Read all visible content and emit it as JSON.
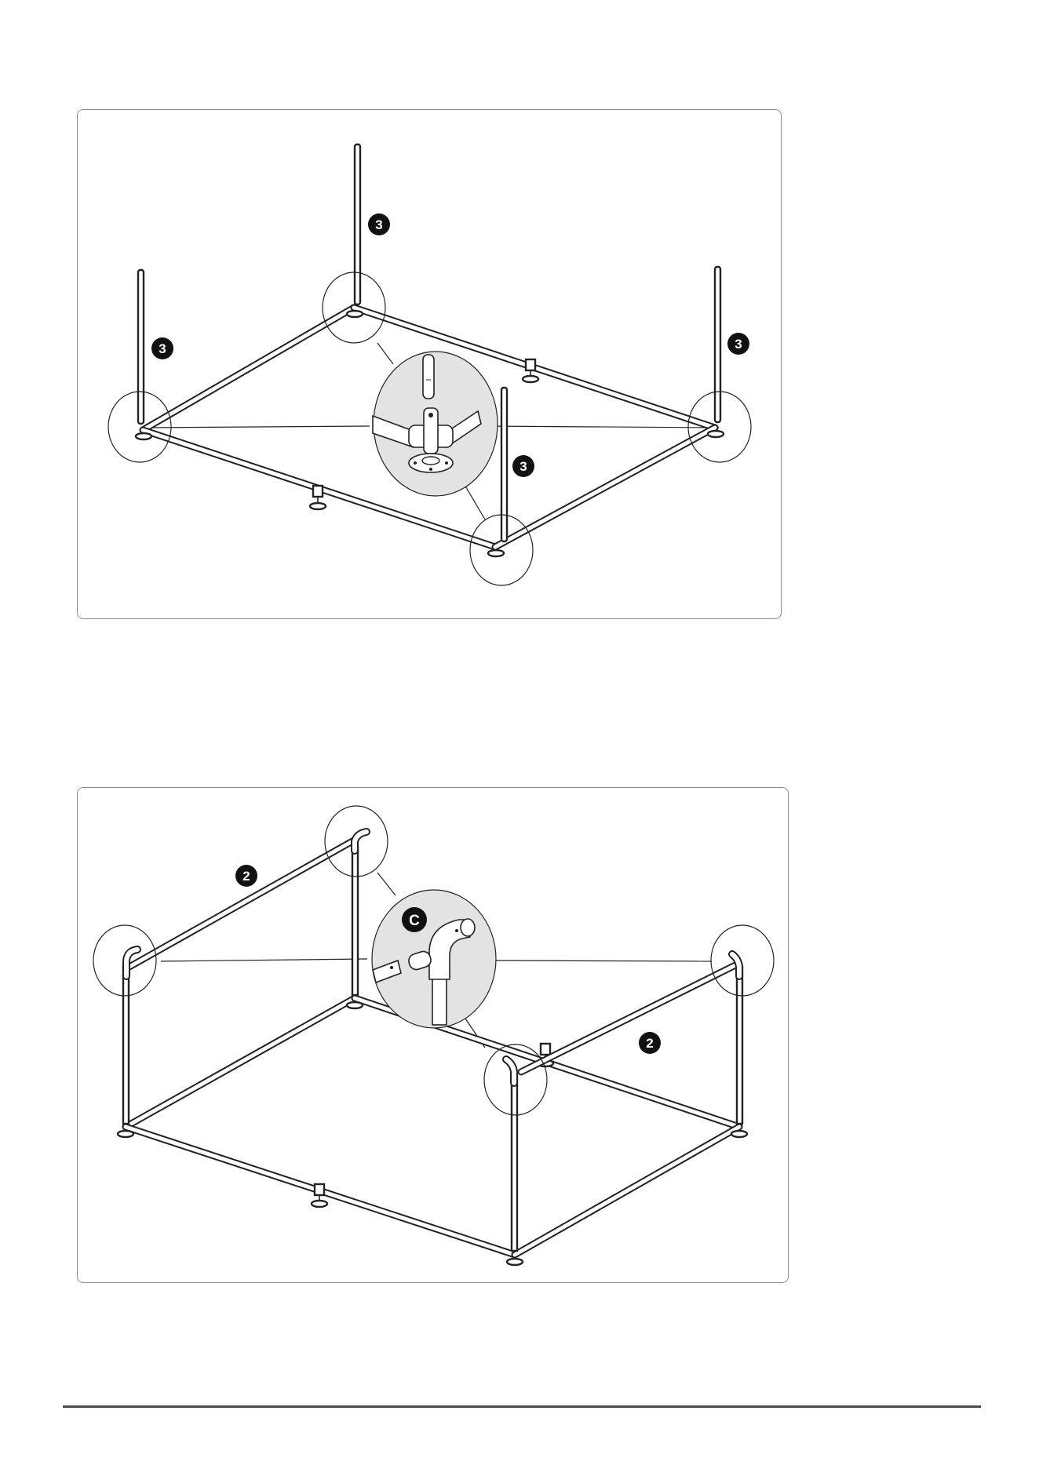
{
  "steps": {
    "step_a": {
      "callout_labels": [
        "3",
        "3",
        "3",
        "3"
      ]
    },
    "step_b": {
      "callout_labels": [
        "2",
        "2"
      ],
      "detail_label": "C"
    }
  },
  "colors": {
    "line": "#222222",
    "panel_border": "#8d8d8d",
    "detail_fill": "#e3e3e3",
    "badge_fill": "#111111"
  }
}
